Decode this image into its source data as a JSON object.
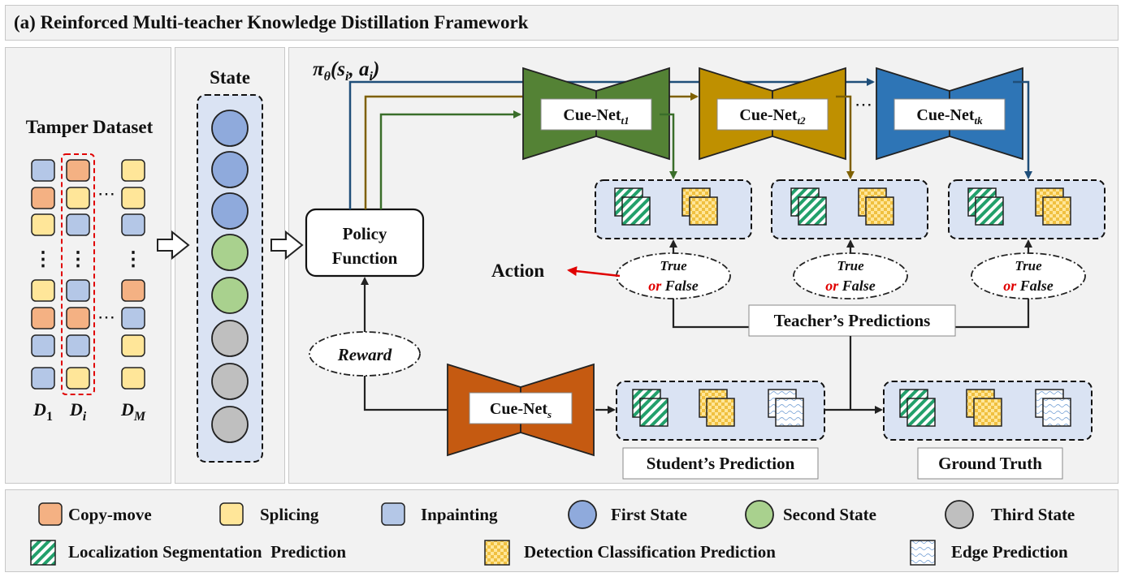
{
  "title": "(a) Reinforced Multi-teacher Knowledge Distillation Framework",
  "dataset": {
    "title": "Tamper Dataset",
    "labels": [
      "D",
      "D",
      "D"
    ],
    "subscripts": [
      "1",
      "i",
      "M"
    ],
    "dots": "⋯",
    "vdots": "⋮"
  },
  "state": {
    "title": "State"
  },
  "policy": {
    "formula_pi": "π",
    "formula_theta": "θ",
    "formula_rest": "(s",
    "formula_i": "i",
    "formula_mid": ", a",
    "formula_i2": "i",
    "formula_end": ")",
    "box_line1": "Policy",
    "box_line2": "Function"
  },
  "teachers": [
    {
      "name": "Cue-Net",
      "sub": "t1",
      "color": "#548235"
    },
    {
      "name": "Cue-Net",
      "sub": "t2",
      "color": "#bf9000"
    },
    {
      "name": "Cue-Net",
      "sub": "tk",
      "color": "#2e75b6"
    }
  ],
  "teacher_dots": "⋯",
  "student": {
    "name": "Cue-Net",
    "sub": "s",
    "color": "#c55a11"
  },
  "judge": {
    "true": "True",
    "or": "or",
    "false": "False"
  },
  "action": "Action",
  "reward": "Reward",
  "teacher_predictions": "Teacher’s Predictions",
  "student_prediction": "Student’s Prediction",
  "ground_truth": "Ground Truth",
  "legend": [
    {
      "label": "Copy-move"
    },
    {
      "label": "Splicing"
    },
    {
      "label": "Inpainting"
    },
    {
      "label": "First State"
    },
    {
      "label": "Second State"
    },
    {
      "label": "Third State"
    },
    {
      "label": "Localization Segmentation  Prediction"
    },
    {
      "label": "Detection Classification Prediction"
    },
    {
      "label": "Edge Prediction"
    }
  ],
  "colors": {
    "copy_move": "#f4b183",
    "splicing": "#ffe699",
    "inpainting": "#b4c7e7",
    "first_state": "#8faadc",
    "second_state": "#a9d18e",
    "third_state": "#bfbfbf",
    "action_arrow": "#e00000"
  }
}
